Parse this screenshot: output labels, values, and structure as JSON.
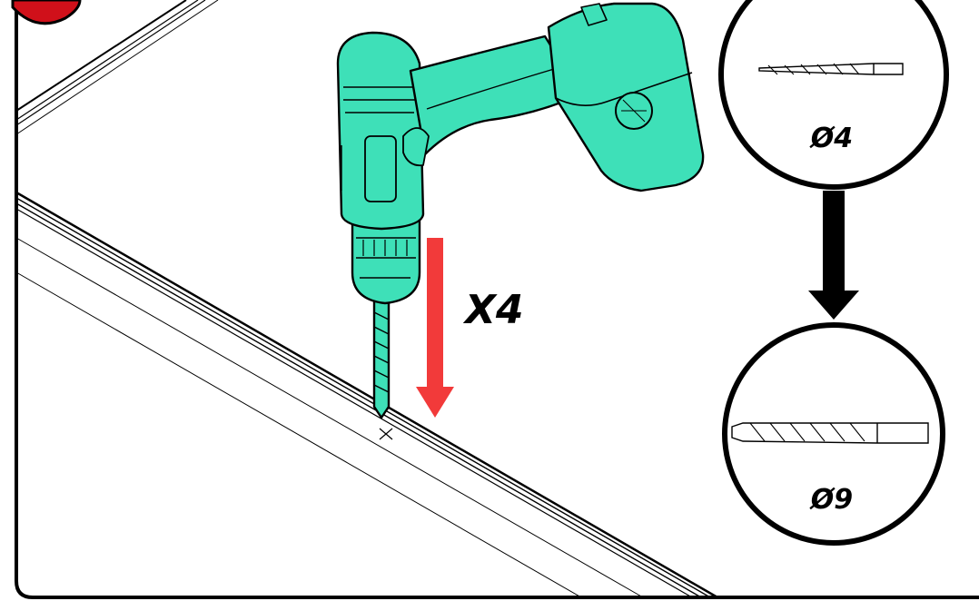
{
  "instruction": {
    "quantity_label": "X4",
    "bit_small_label": "Ø4",
    "bit_large_label": "Ø9"
  },
  "colors": {
    "drill_body": "#3ee0b8",
    "drill_outline": "#000000",
    "arrow_red": "#f23a3a",
    "step_badge": "#d0101a",
    "line": "#000000",
    "background": "#ffffff"
  },
  "icons": {
    "tool": "cordless-drill-icon",
    "direction": "arrow-down-icon",
    "sequence": "arrow-down-icon"
  }
}
